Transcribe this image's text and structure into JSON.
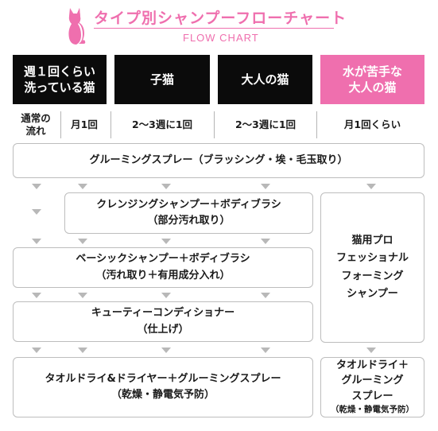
{
  "header": {
    "title": "タイプ別シャンプーフローチャート",
    "subtitle": "FLOW CHART",
    "accent_color": "#ef6fae",
    "icon": "cat-icon"
  },
  "columns": [
    {
      "label": "週１回くらい\n洗っている猫",
      "style": "black"
    },
    {
      "label": "子猫",
      "style": "black"
    },
    {
      "label": "大人の猫",
      "style": "black"
    },
    {
      "label": "水が苦手な\n大人の猫",
      "style": "pink"
    }
  ],
  "frequency_row": {
    "row_label": "通常の\n流れ",
    "values": [
      "月1回",
      "2〜3週に1回",
      "2〜3週に1回",
      "月1回くらい"
    ]
  },
  "steps": {
    "grooming_spray": "グルーミングスプレー（ブラッシング・埃・毛玉取り）",
    "cleansing_shampoo": "クレンジングシャンプー＋ボディブラシ\n（部分汚れ取り）",
    "basic_shampoo": "ベーシックシャンプー＋ボディブラシ\n（汚れ取り＋有用成分入れ）",
    "cutie_conditioner": "キューティーコンディショナー\n（仕上げ）",
    "towel_dry": "タオルドライ&ドライヤー＋グルーミングスプレー\n（乾燥・静電気予防）",
    "foaming_shampoo": "猫用プロ\nフェッショナル\nフォーミング\nシャンプー",
    "towel_dry_alt": "タオルドライ＋\nグルーミング\nスプレー",
    "towel_dry_alt_note": "（乾燥・静電気予防）"
  }
}
